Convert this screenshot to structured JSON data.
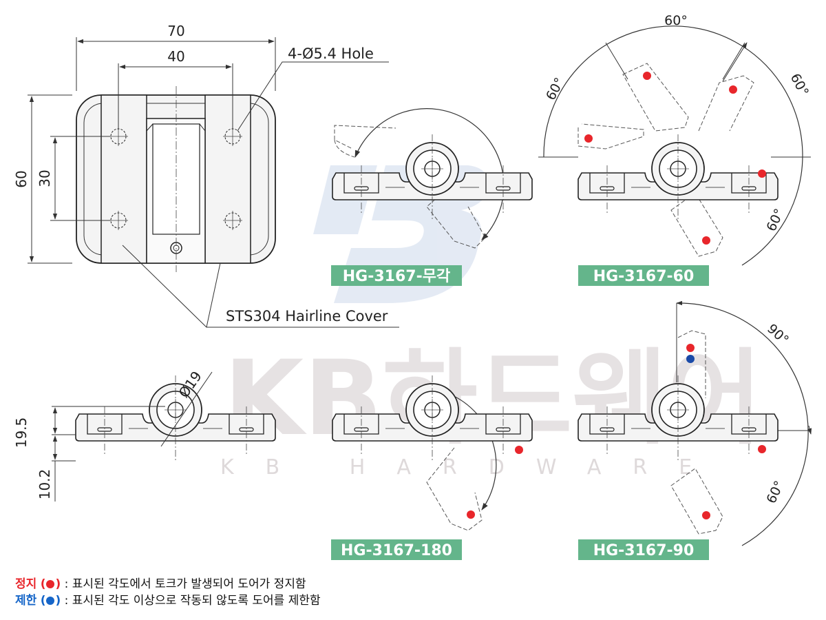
{
  "colors": {
    "stop_red": "#e8262b",
    "limit_blue": "#1565c8",
    "tag_green": "#64b58b",
    "watermark_logo": "#c8d4e8"
  },
  "dimensions": {
    "overall_width": "70",
    "hole_spacing_width": "40",
    "overall_height": "60",
    "hole_spacing_height": "30",
    "knuckle_height": "19.5",
    "leaf_thickness": "10.2",
    "knuckle_diameter": "Ø19"
  },
  "callouts": {
    "hole": "4-Ø5.4 Hole",
    "cover": "STS304 Hairline Cover"
  },
  "angles": {
    "a60": "60°",
    "a90": "90°"
  },
  "models": [
    {
      "tag": "HG-3167-무각"
    },
    {
      "tag": "HG-3167-60"
    },
    {
      "tag": "HG-3167-180"
    },
    {
      "tag": "HG-3167-90"
    }
  ],
  "watermark": {
    "brand": "KB하드웨어",
    "sub": "KB HARDWARE",
    "logo_icon": "kb-logo-icon"
  },
  "legend": {
    "stop_label": "정지",
    "stop_text": ": 표시된 각도에서 토크가 발생되어 도어가 정지함",
    "limit_label": "제한",
    "limit_text": ": 표시된 각도 이상으로 작동되 않도록 도어를 제한함"
  }
}
